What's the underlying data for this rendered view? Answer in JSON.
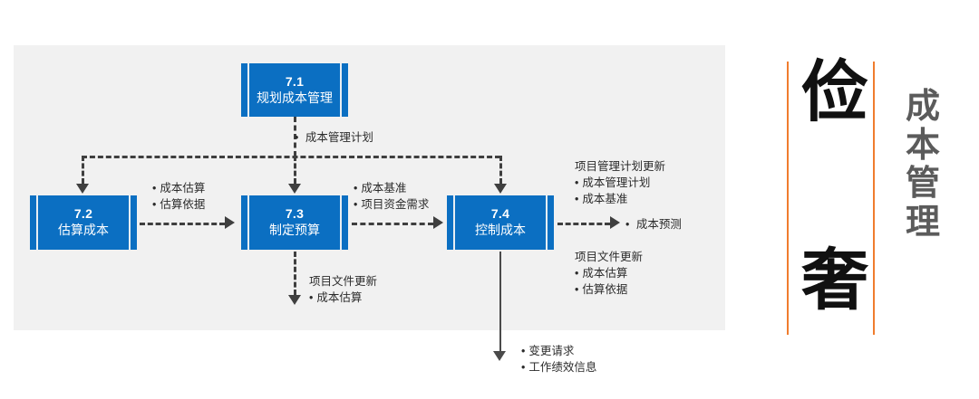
{
  "diagram": {
    "type": "process-flow",
    "title_block": {
      "big_chars": [
        "俭",
        "奢"
      ],
      "vertical_title": [
        "成",
        "本",
        "管",
        "理"
      ],
      "rule_color": "#F07D2E",
      "big_char_color": "#111111",
      "title_color": "#5B5B5B"
    },
    "box_color": "#0B6FC2",
    "panel_color": "#F1F1F1",
    "boxes": [
      {
        "id": "7.1",
        "number": "7.1",
        "name": "规划成本管理"
      },
      {
        "id": "7.2",
        "number": "7.2",
        "name": "估算成本"
      },
      {
        "id": "7.3",
        "number": "7.3",
        "name": "制定预算"
      },
      {
        "id": "7.4",
        "number": "7.4",
        "name": "控制成本"
      }
    ],
    "annotations": {
      "cost_mgmt_plan": "成本管理计划",
      "estimate_out": {
        "items": [
          "成本估算",
          "估算依据"
        ]
      },
      "budget_out": {
        "items": [
          "成本基准",
          "项目资金需求"
        ]
      },
      "budget_doc_updates": {
        "header": "项目文件更新",
        "items": [
          "成本估算"
        ]
      },
      "pm_plan_updates": {
        "header": "项目管理计划更新",
        "items": [
          "成本管理计划",
          "成本基准"
        ]
      },
      "forecast": "成本预测",
      "doc_updates": {
        "header": "项目文件更新",
        "items": [
          "成本估算",
          "估算依据"
        ]
      },
      "bottom_outputs": {
        "items": [
          "变更请求",
          "工作绩效信息"
        ]
      }
    }
  }
}
